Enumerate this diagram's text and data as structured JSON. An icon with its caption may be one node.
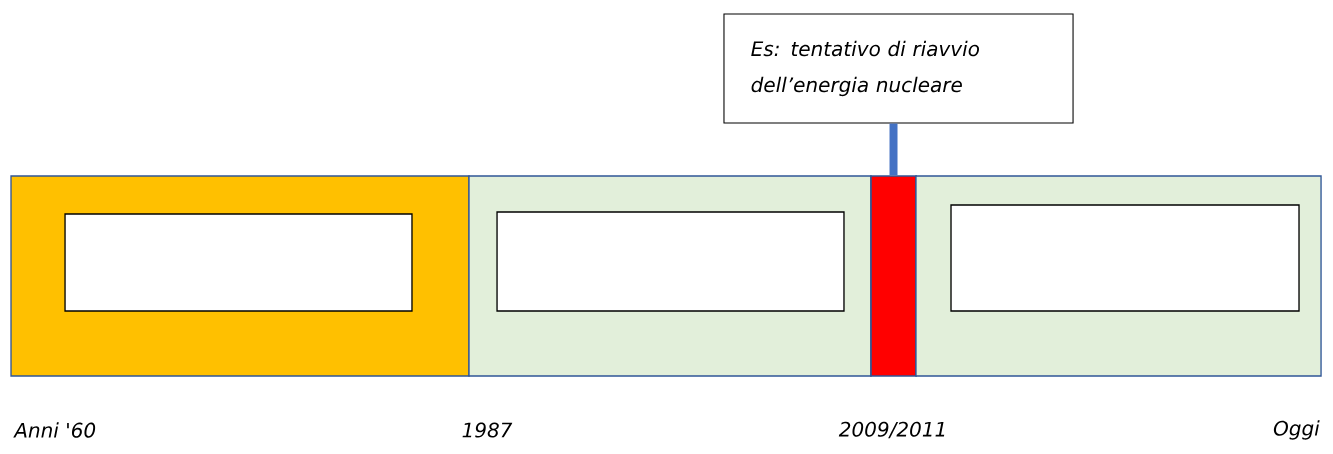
{
  "diagram": {
    "nodes": [
      {
        "text": [
          "Es: tentativo di riavvio dell’energia nucleare"
        ]
      },
      {
        "text": [],
        "shape": "box"
      },
      {
        "text": [],
        "shape": "box",
        "in": 1
      },
      {
        "text": [],
        "shape": "box"
      },
      {
        "text": [],
        "shape": "box",
        "in": 3
      },
      {
        "text": [],
        "shape": "bar"
      },
      {
        "text": [],
        "shape": "box"
      },
      {
        "text": [],
        "shape": "box",
        "in": 6
      }
    ],
    "edges": [
      {
        "from": 0,
        "to": 5,
        "arrow": "none",
        "color": "#4472c4"
      }
    ],
    "labels": [
      "Anni '60",
      "1987",
      "2009/2011",
      "Oggi"
    ]
  }
}
